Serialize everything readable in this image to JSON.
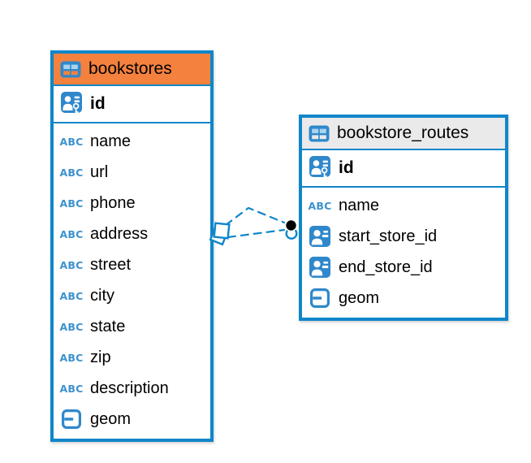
{
  "diagram": {
    "colors": {
      "blue": "#1086C9",
      "icon_blue": "#2F88CB",
      "icon_light": "#A9D3EF",
      "abc_blue": "#3D92CE",
      "orange_header": "#F5813E",
      "gray_header": "#EAEAEA",
      "text": "#000000",
      "relationship_dot": "#000000"
    },
    "icons": {
      "text_type_label": "ABC"
    },
    "tables": [
      {
        "name": "bookstores",
        "header_bg": "#F5813E",
        "pk": {
          "name": "id",
          "type": "primary-key"
        },
        "columns": [
          {
            "name": "name",
            "type": "text"
          },
          {
            "name": "url",
            "type": "text"
          },
          {
            "name": "phone",
            "type": "text"
          },
          {
            "name": "address",
            "type": "text"
          },
          {
            "name": "street",
            "type": "text"
          },
          {
            "name": "city",
            "type": "text"
          },
          {
            "name": "state",
            "type": "text"
          },
          {
            "name": "zip",
            "type": "text"
          },
          {
            "name": "description",
            "type": "text"
          },
          {
            "name": "geom",
            "type": "geometry"
          }
        ]
      },
      {
        "name": "bookstore_routes",
        "header_bg": "#EAEAEA",
        "pk": {
          "name": "id",
          "type": "primary-key"
        },
        "columns": [
          {
            "name": "name",
            "type": "text"
          },
          {
            "name": "start_store_id",
            "type": "reference"
          },
          {
            "name": "end_store_id",
            "type": "reference"
          },
          {
            "name": "geom",
            "type": "geometry"
          }
        ]
      }
    ],
    "relationships": [
      {
        "from": "bookstores",
        "to": "bookstore_routes",
        "via": "start_store_id",
        "style": "dashed"
      },
      {
        "from": "bookstores",
        "to": "bookstore_routes",
        "via": "end_store_id",
        "style": "dashed"
      }
    ]
  }
}
